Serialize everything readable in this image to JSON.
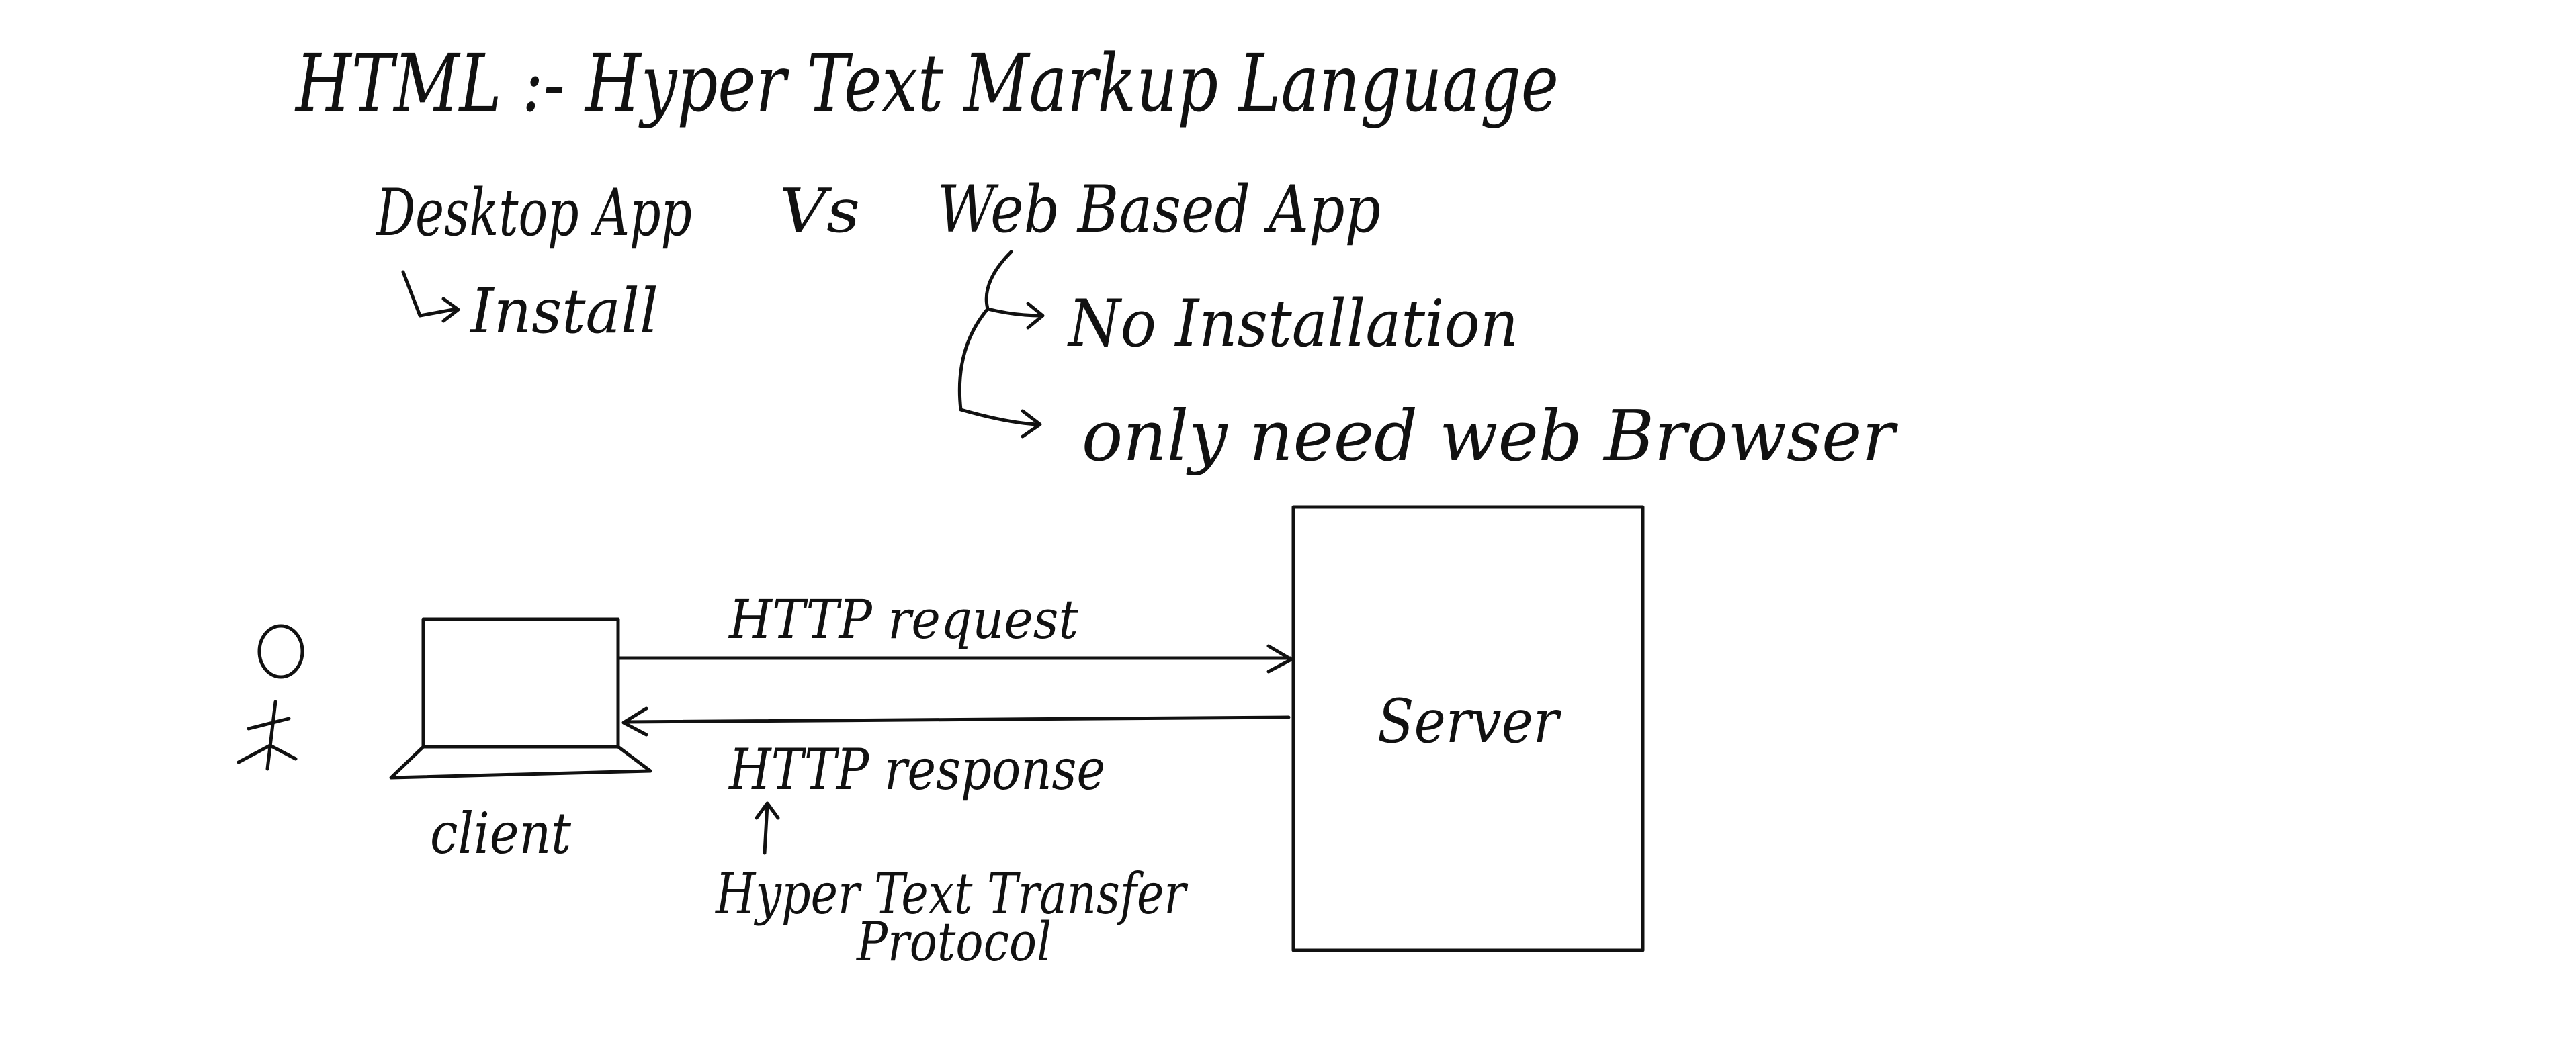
{
  "heading": {
    "title": "HTML :- Hyper Text Markup Language"
  },
  "comparison": {
    "desktop_app": "Desktop App",
    "versus": "Vs",
    "web_app": "Web Based App",
    "desktop_note": "Install",
    "web_points": [
      "No Installation",
      "only need web Browser"
    ]
  },
  "diagram": {
    "client_label": "client",
    "server_label": "Server",
    "request_label": "HTTP request",
    "response_label": "HTTP response",
    "protocol_label_line1": "Hyper Text Transfer",
    "protocol_label_line2": "Protocol"
  },
  "colors": {
    "ink": "#111111",
    "paper": "#ffffff"
  }
}
